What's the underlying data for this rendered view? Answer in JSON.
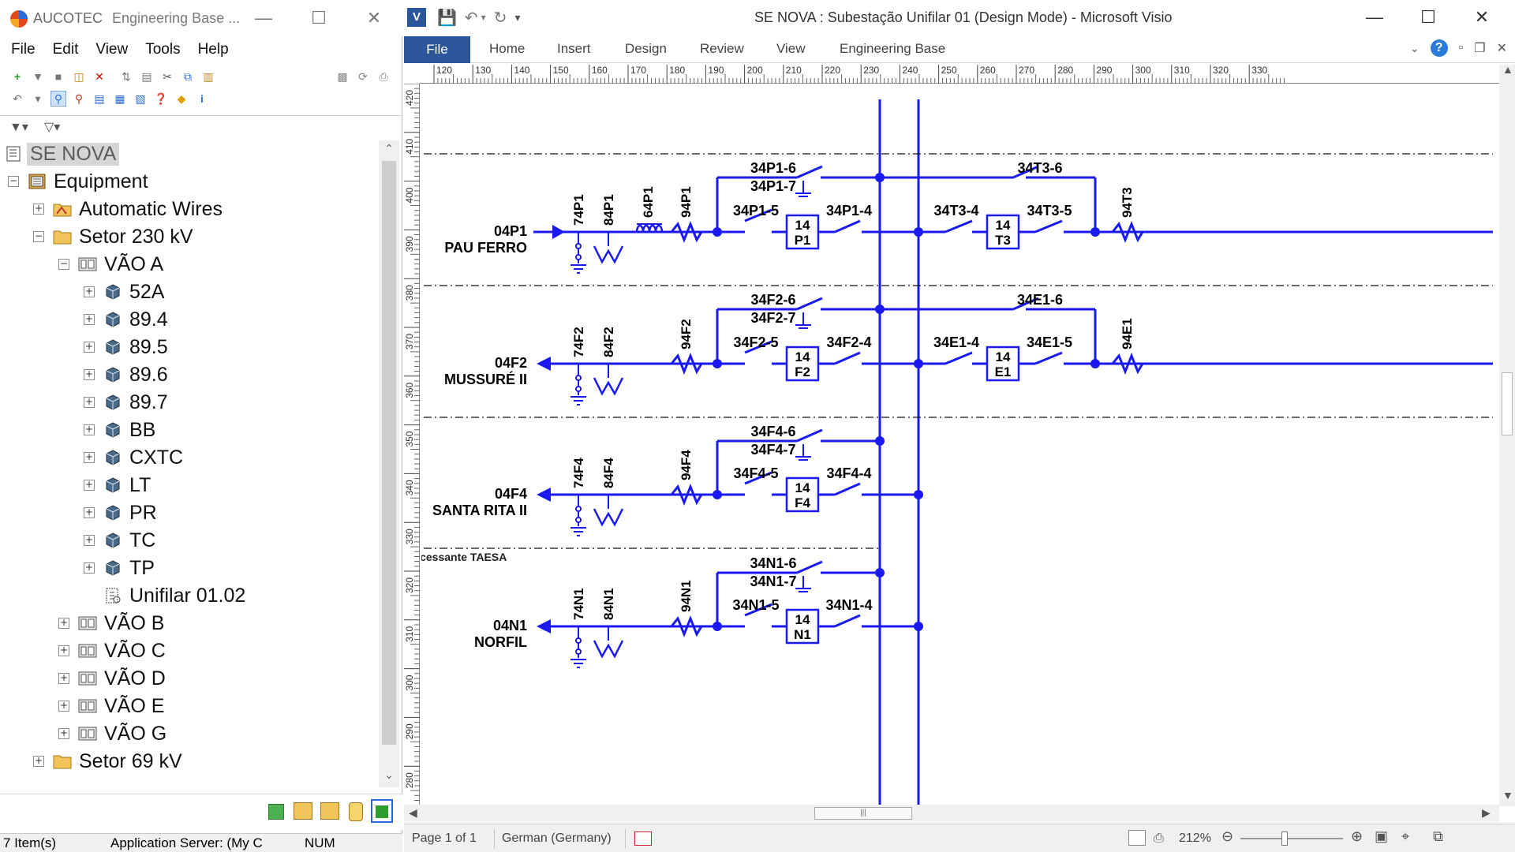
{
  "eb": {
    "app_name": "AUCOTEC",
    "window_title": "Engineering Base ...",
    "menu": [
      "File",
      "Edit",
      "View",
      "Tools",
      "Help"
    ],
    "tree": {
      "root": "SE NOVA",
      "equipment": "Equipment",
      "automatic_wires": "Automatic Wires",
      "setor230": "Setor 230 kV",
      "vao_a": "VÃO A",
      "vao_a_items": [
        "52A",
        "89.4",
        "89.5",
        "89.6",
        "89.7",
        "BB",
        "CXTC",
        "LT",
        "PR",
        "TC",
        "TP"
      ],
      "unifilar": "Unifilar 01.02",
      "other_vaos": [
        "VÃO B",
        "VÃO C",
        "VÃO D",
        "VÃO E",
        "VÃO G"
      ],
      "setor69": "Setor 69 kV"
    },
    "status": {
      "items": "7 Item(s)",
      "server": "Application Server: (My C",
      "num": "NUM"
    }
  },
  "visio": {
    "caption": "SE NOVA : Subestação Unifilar 01 (Design Mode)  -  Microsoft Visio",
    "tabs": {
      "file": "File",
      "others": [
        "Home",
        "Insert",
        "Design",
        "Review",
        "View",
        "Engineering Base"
      ]
    },
    "ruler_h": [
      "120",
      "130",
      "140",
      "150",
      "160",
      "170",
      "180",
      "190",
      "200",
      "210",
      "220",
      "230",
      "240",
      "250",
      "260",
      "270",
      "280",
      "290",
      "300",
      "310",
      "320",
      "330"
    ],
    "ruler_v": [
      "420",
      "410",
      "400",
      "390",
      "380",
      "370",
      "360",
      "350",
      "340",
      "330",
      "320",
      "310",
      "300",
      "290",
      "280"
    ],
    "status": {
      "page": "Page 1 of 1",
      "language": "German (Germany)",
      "zoom": "212%"
    },
    "diagram": {
      "bays": [
        {
          "name": "VÃO A",
          "line_code": "04P1",
          "line_name": "PAU FERRO",
          "arrow": "in",
          "has_ct_coil": true,
          "verticals": [
            "74P1",
            "84P1",
            "64P1",
            "94P1"
          ],
          "top_switch": "34P1-6",
          "earth_switch": "34P1-7",
          "left_switch": "34P1-5",
          "right_switch": "34P1-4",
          "breaker": [
            "14",
            "P1"
          ],
          "transfer": {
            "top_switch": "34T3-6",
            "left_switch": "34T3-4",
            "right_switch": "34T3-5",
            "breaker": [
              "14",
              "T3"
            ],
            "vertical": "94T3"
          }
        },
        {
          "name": "VÃO C",
          "line_code": "04F2",
          "line_name": "MUSSURÉ II",
          "arrow": "out",
          "has_ct_coil": false,
          "verticals": [
            "74F2",
            "84F2",
            "94F2"
          ],
          "top_switch": "34F2-6",
          "earth_switch": "34F2-7",
          "left_switch": "34F2-5",
          "right_switch": "34F2-4",
          "breaker": [
            "14",
            "F2"
          ],
          "transfer": {
            "top_switch": "34E1-6",
            "left_switch": "34E1-4",
            "right_switch": "34E1-5",
            "breaker": [
              "14",
              "E1"
            ],
            "vertical": "94E1"
          }
        },
        {
          "name": "VÃO E",
          "line_code": "04F4",
          "line_name": "SANTA RITA II",
          "arrow": "out",
          "has_ct_coil": false,
          "verticals": [
            "74F4",
            "84F4",
            "94F4"
          ],
          "top_switch": "34F4-6",
          "earth_switch": "34F4-7",
          "left_switch": "34F4-5",
          "right_switch": "34F4-4",
          "breaker": [
            "14",
            "F4"
          ]
        },
        {
          "name": "VÃO G",
          "line_code": "04N1",
          "line_name": "NORFIL",
          "arrow": "out",
          "has_ct_coil": false,
          "verticals": [
            "74N1",
            "84N1",
            "94N1"
          ],
          "top_switch": "34N1-6",
          "earth_switch": "34N1-7",
          "left_switch": "34N1-5",
          "right_switch": "34N1-4",
          "breaker": [
            "14",
            "N1"
          ],
          "note": "Acessante TAESA"
        }
      ]
    }
  },
  "colors": {
    "wire": "#1a1af0",
    "file_tab": "#2b579a",
    "selection": "#d6d6d6"
  }
}
